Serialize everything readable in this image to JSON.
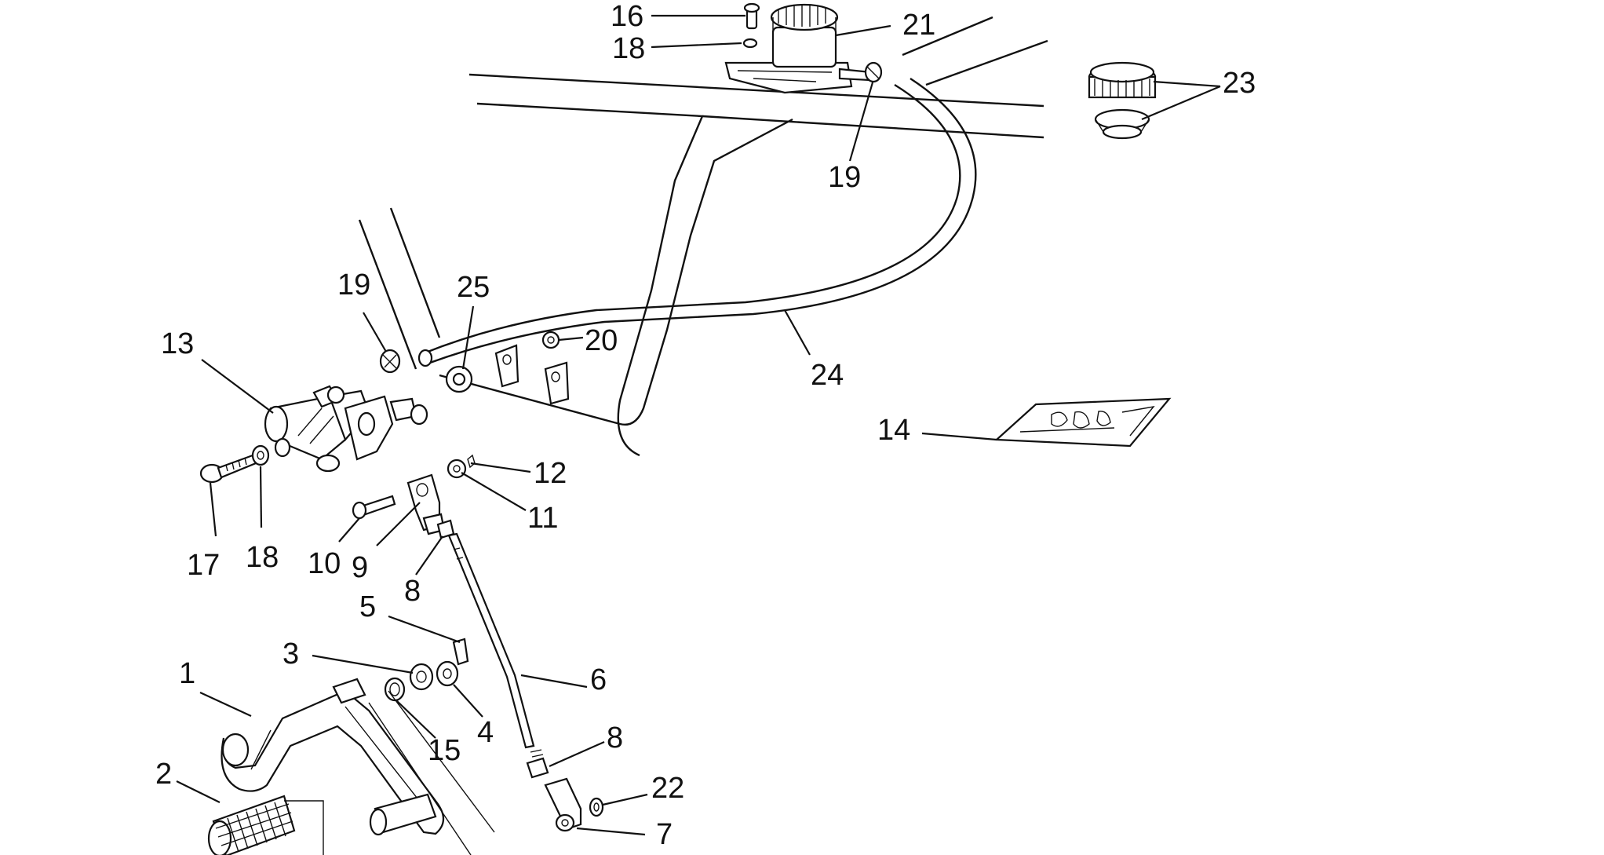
{
  "diagram": {
    "part_labels": {
      "p1": "1",
      "p2": "2",
      "p3": "3",
      "p4": "4",
      "p5": "5",
      "p6": "6",
      "p7": "7",
      "p8a": "8",
      "p8b": "8",
      "p9": "9",
      "p10": "10",
      "p11": "11",
      "p12": "12",
      "p13": "13",
      "p14": "14",
      "p15": "15",
      "p16": "16",
      "p17": "17",
      "p18a": "18",
      "p18b": "18",
      "p19a": "19",
      "p19b": "19",
      "p20": "20",
      "p21": "21",
      "p22": "22",
      "p23": "23",
      "p24": "24",
      "p25": "25"
    }
  }
}
